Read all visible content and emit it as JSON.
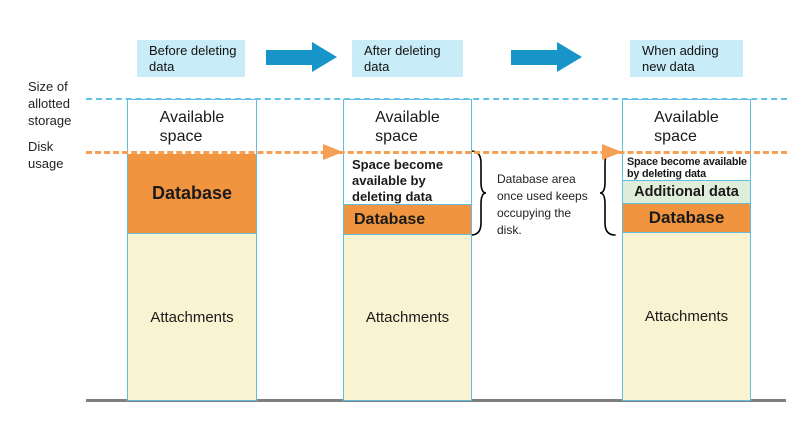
{
  "colors": {
    "header_bg": "#c9edf8",
    "flow_arrow": "#1794c8",
    "bar_border": "#62bcde",
    "database_orange": "#f0943f",
    "attachments_cream": "#faf3d1",
    "additional_green": "#dfeeda",
    "allotted_line_blue": "#63c3e6",
    "usage_line_orange": "#f6a055",
    "baseline_gray": "#7f7f7f",
    "text": "#1a1a1a"
  },
  "headers": [
    {
      "label": "Before deleting\ndata"
    },
    {
      "label": "After deleting\ndata"
    },
    {
      "label": "When adding\nnew data"
    }
  ],
  "axis": {
    "allotted_label": "Size of\nallotted\nstorage",
    "disk_usage_label": "Disk\nusage"
  },
  "columns": [
    {
      "name": "before-deleting",
      "sections": {
        "available": "Available\nspace",
        "database": "Database",
        "attachments": "Attachments"
      }
    },
    {
      "name": "after-deleting",
      "sections": {
        "available": "Available\nspace",
        "freed": "Space become\navailable by\ndeleting data",
        "database": "Database",
        "attachments": "Attachments"
      }
    },
    {
      "name": "when-adding",
      "sections": {
        "available": "Available\nspace",
        "freed": "Space become available\nby deleting data",
        "additional": "Additional data",
        "database": "Database",
        "attachments": "Attachments"
      }
    }
  ],
  "annotation": {
    "text": "Database area\nonce used keeps\noccupying the\ndisk."
  }
}
